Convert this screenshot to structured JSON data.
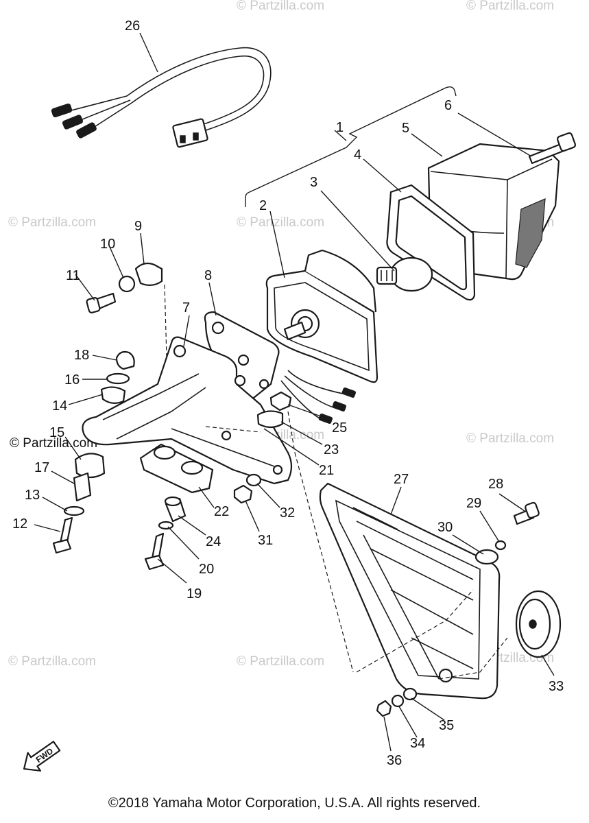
{
  "watermark": "© Partzilla.com",
  "callouts": [
    "1",
    "2",
    "3",
    "4",
    "5",
    "6",
    "7",
    "8",
    "9",
    "10",
    "11",
    "12",
    "13",
    "14",
    "15",
    "16",
    "17",
    "18",
    "19",
    "20",
    "21",
    "22",
    "23",
    "24",
    "25",
    "26",
    "27",
    "28",
    "29",
    "30",
    "31",
    "32",
    "33",
    "34",
    "35",
    "36"
  ],
  "fwd_label": "FWD",
  "copyright": "©2018  Yamaha Motor Corporation, U.S.A. All rights reserved."
}
